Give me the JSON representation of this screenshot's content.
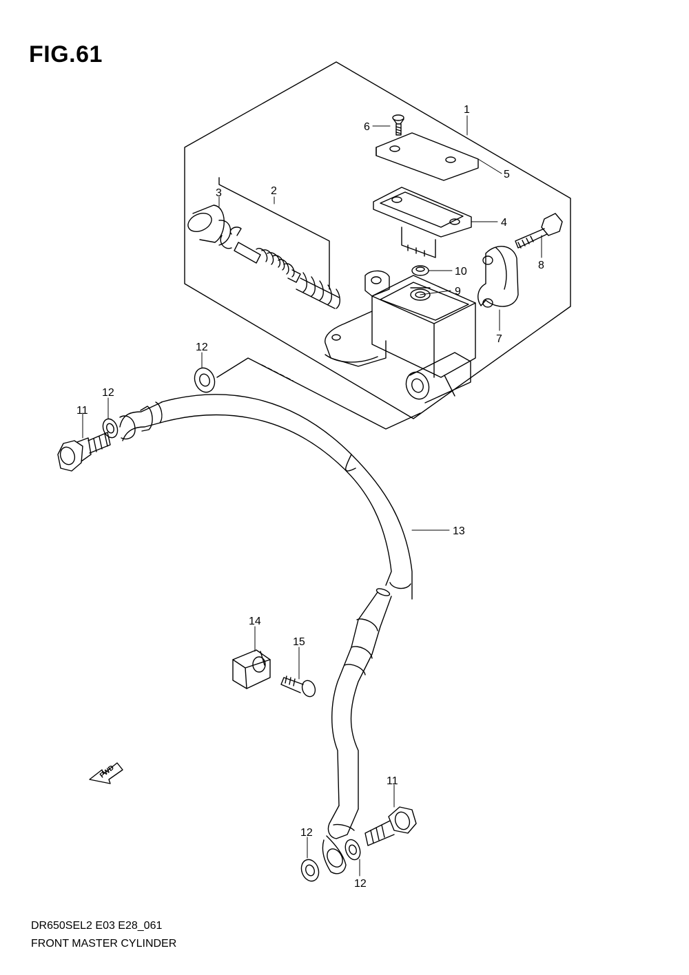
{
  "figure": {
    "title": "FIG.61"
  },
  "footer": {
    "model_code": "DR650SEL2 E03 E28_061",
    "name": "FRONT MASTER CYLINDER"
  },
  "fwd_label": "FWD",
  "callouts": {
    "c1": "1",
    "c2": "2",
    "c3": "3",
    "c4": "4",
    "c5": "5",
    "c6": "6",
    "c7": "7",
    "c8": "8",
    "c9": "9",
    "c10": "10",
    "c11a": "11",
    "c11b": "11",
    "c12a": "12",
    "c12b": "12",
    "c12c": "12",
    "c12d": "12",
    "c13": "13",
    "c14": "14",
    "c15": "15"
  }
}
